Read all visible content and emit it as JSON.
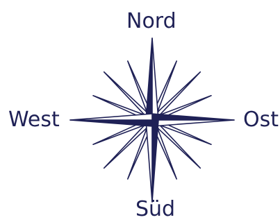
{
  "labels": {
    "north": "Nord",
    "south": "Süd",
    "west": "West",
    "east": "Ost"
  },
  "colors": {
    "ink": "#1f2156",
    "paper": "#ffffff"
  }
}
